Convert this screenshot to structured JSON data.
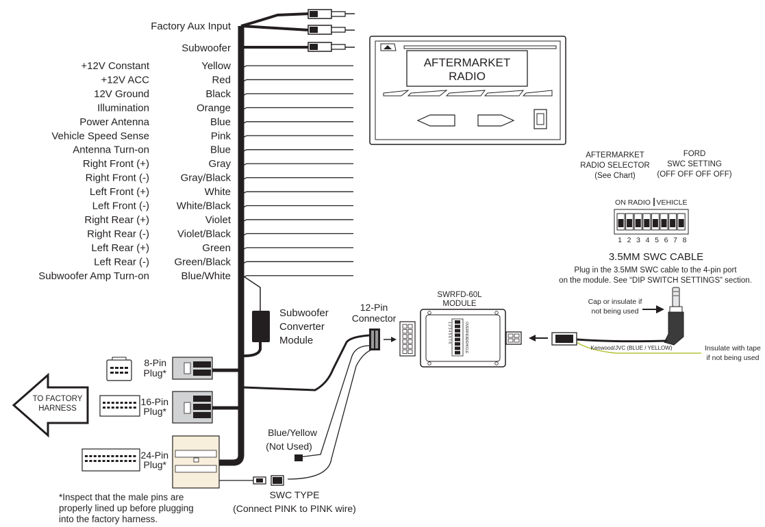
{
  "top_connectors": [
    {
      "label": "Factory Aux Input"
    },
    {
      "label": "Subwoofer"
    }
  ],
  "wires": [
    {
      "function": "+12V Constant",
      "color": "Yellow"
    },
    {
      "function": "+12V ACC",
      "color": "Red"
    },
    {
      "function": "12V Ground",
      "color": "Black"
    },
    {
      "function": "Illumination",
      "color": "Orange"
    },
    {
      "function": "Power Antenna",
      "color": "Blue"
    },
    {
      "function": "Vehicle Speed Sense",
      "color": "Pink"
    },
    {
      "function": "Antenna Turn-on",
      "color": "Blue"
    },
    {
      "function": "Right Front (+)",
      "color": "Gray"
    },
    {
      "function": "Right Front (-)",
      "color": "Gray/Black"
    },
    {
      "function": "Left Front (+)",
      "color": "White"
    },
    {
      "function": "Left Front (-)",
      "color": "White/Black"
    },
    {
      "function": "Right Rear (+)",
      "color": "Violet"
    },
    {
      "function": "Right Rear (-)",
      "color": "Violet/Black"
    },
    {
      "function": "Left Rear (+)",
      "color": "Green"
    },
    {
      "function": "Left Rear (-)",
      "color": "Green/Black"
    },
    {
      "function": "Subwoofer Amp Turn-on",
      "color": "Blue/White"
    }
  ],
  "radio": {
    "line1": "AFTERMARKET",
    "line2": "RADIO"
  },
  "selector": {
    "left_title": [
      "AFTERMARKET",
      "RADIO SELECTOR",
      "(See Chart)"
    ],
    "right_title": [
      "FORD",
      "SWC SETTING",
      "(OFF  OFF  OFF  OFF)"
    ],
    "on_radio": "ON RADIO",
    "vehicle": "VEHICLE",
    "numbers": [
      "1",
      "2",
      "3",
      "4",
      "5",
      "6",
      "7",
      "8"
    ]
  },
  "swc_cable": {
    "title": "3.5MM SWC CABLE",
    "desc1": "Plug in the 3.5MM SWC cable to the 4-pin port",
    "desc2": "on the module. See “DIP SWITCH SETTINGS” section.",
    "cap1": "Cap or insulate if",
    "cap2": "not being used",
    "wire_label": "Kenwood/JVC (BLUE / YELLOW)",
    "insulate1": "Insulate with tape",
    "insulate2": "if not being used"
  },
  "module": {
    "title1": "SWRFD-60L",
    "title2": "MODULE",
    "dip_left": "OVERRIDE",
    "dip_right": "VEHICLE",
    "dip_numbers": "1 2 3 4 5 6 7 8"
  },
  "connector12": {
    "line1": "12-Pin",
    "line2": "Connector"
  },
  "sub_converter": {
    "line1": "Subwoofer",
    "line2": "Converter",
    "line3": "Module"
  },
  "plugs": [
    {
      "line1": "8-Pin",
      "line2": "Plug*"
    },
    {
      "line1": "16-Pin",
      "line2": "Plug*"
    },
    {
      "line1": "24-Pin",
      "line2": "Plug*"
    }
  ],
  "factory_arrow": {
    "line1": "TO FACTORY",
    "line2": "HARNESS"
  },
  "blue_yellow": {
    "line1": "Blue/Yellow",
    "line2": "(Not Used)"
  },
  "swc_type": {
    "line1": "SWC TYPE",
    "line2": "(Connect PINK to PINK wire)"
  },
  "note": [
    "*Inspect that the male pins are",
    "properly lined up before plugging",
    "into the  factory harness."
  ]
}
